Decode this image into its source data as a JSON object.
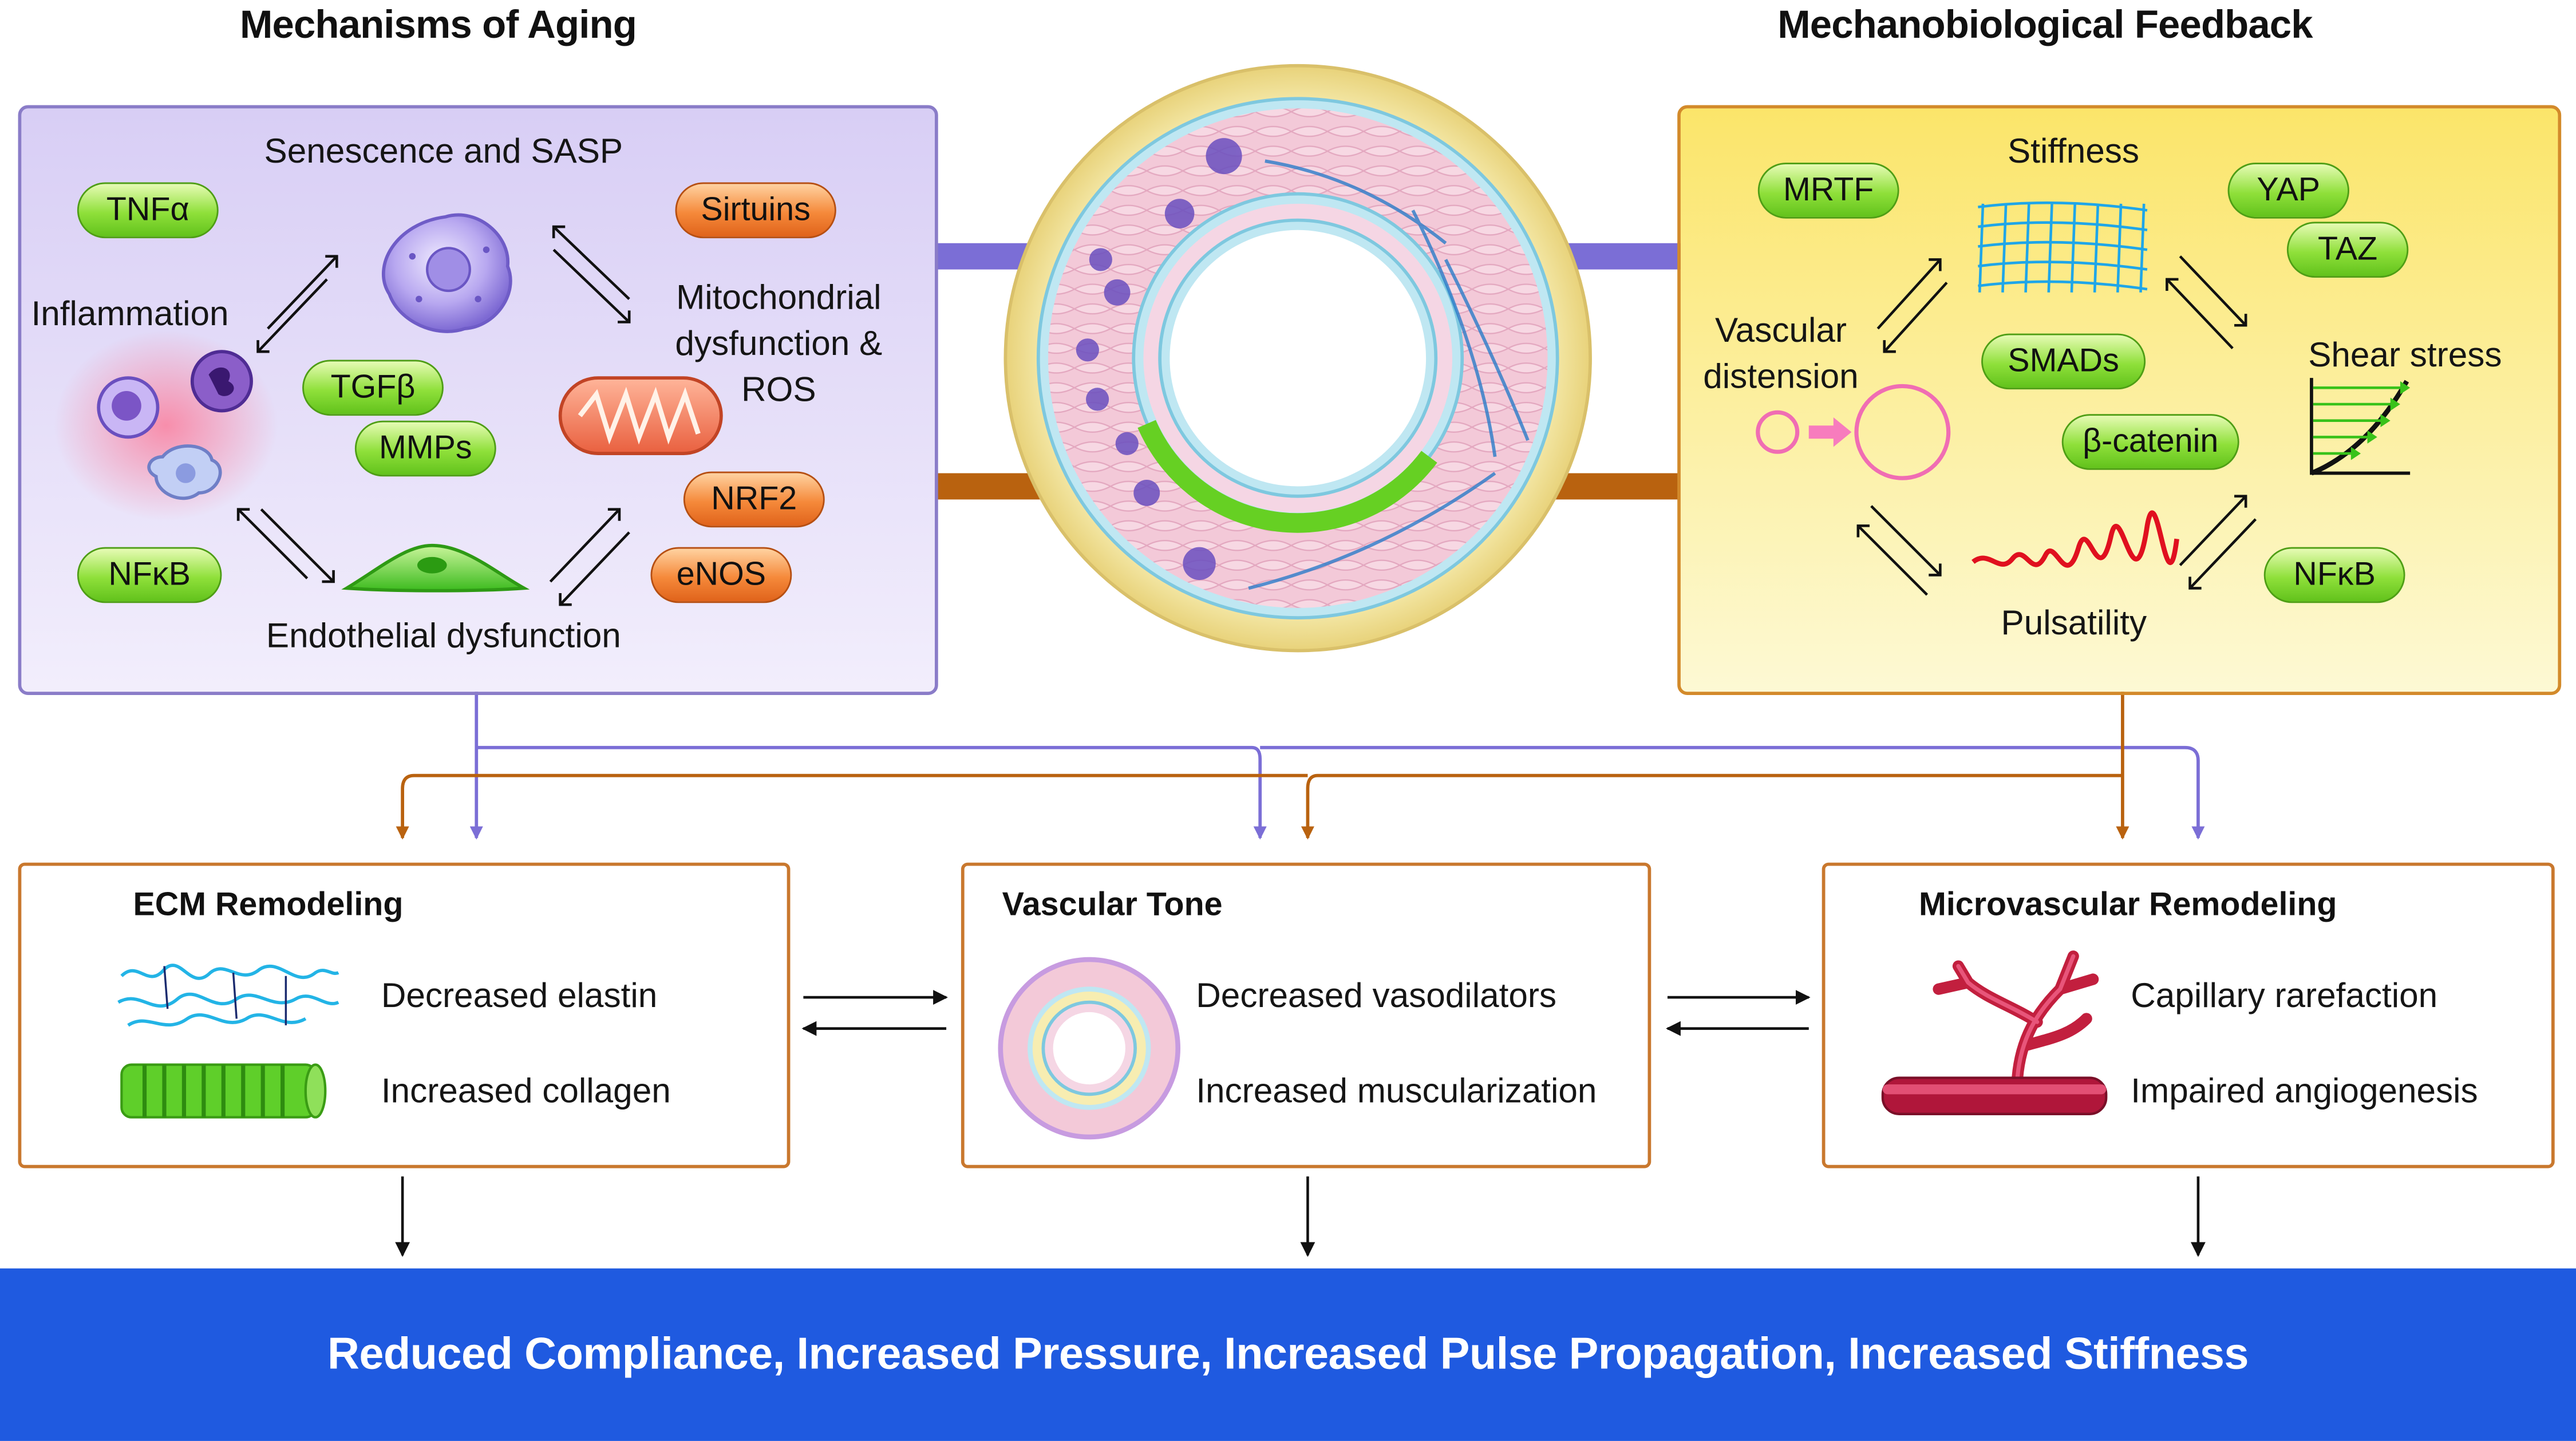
{
  "titles": {
    "left": "Mechanisms of Aging",
    "right": "Mechanobiological Feedback"
  },
  "aging_panel": {
    "senescence": "Senescence and SASP",
    "inflammation": "Inflammation",
    "mitochondrial": [
      "Mitochondrial",
      "dysfunction &",
      "ROS"
    ],
    "endothelial": "Endothelial dysfunction",
    "pills": {
      "tnfa": "TNFα",
      "sirtuins": "Sirtuins",
      "tgfb": "TGFβ",
      "mmps": "MMPs",
      "nrf2": "NRF2",
      "enos": "eNOS",
      "nfkb": "NFκB"
    }
  },
  "feedback_panel": {
    "stiffness": "Stiffness",
    "vascular_distension": [
      "Vascular",
      "distension"
    ],
    "shear_stress": "Shear stress",
    "pulsatility": "Pulsatility",
    "pills": {
      "mrtf": "MRTF",
      "yap": "YAP",
      "taz": "TAZ",
      "smads": "SMADs",
      "bcatenin": "β-catenin",
      "nfkb": "NFκB"
    }
  },
  "boxes": {
    "ecm": {
      "title": "ECM Remodeling",
      "line1": "Decreased elastin",
      "line2": "Increased collagen"
    },
    "tone": {
      "title": "Vascular Tone",
      "line1": "Decreased vasodilators",
      "line2": "Increased muscularization"
    },
    "micro": {
      "title": "Microvascular Remodeling",
      "line1": "Capillary rarefaction",
      "line2": "Impaired angiogenesis"
    }
  },
  "banner": "Reduced Compliance, Increased Pressure, Increased Pulse Propagation, Increased Stiffness",
  "colors": {
    "purple": "#7b6ed6",
    "brown": "#b9620f",
    "banner": "#1f5ae0",
    "green_pill": "#7fd832",
    "orange_pill": "#f07a30"
  }
}
